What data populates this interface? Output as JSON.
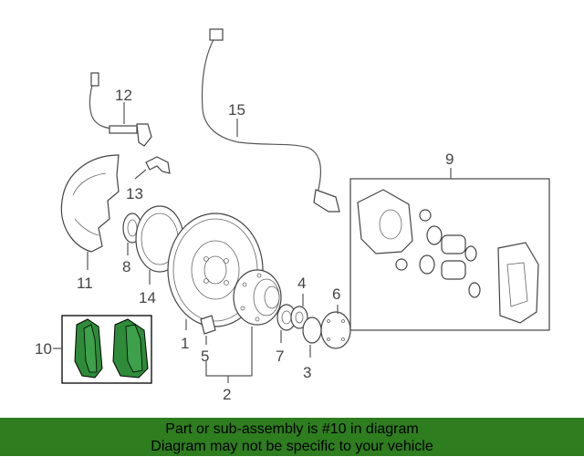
{
  "diagram": {
    "callouts": {
      "c1": "1",
      "c2": "2",
      "c3": "3",
      "c4": "4",
      "c5": "5",
      "c6": "6",
      "c7": "7",
      "c8": "8",
      "c9": "9",
      "c10": "10",
      "c11": "11",
      "c12": "12",
      "c13": "13",
      "c14": "14",
      "c15": "15"
    }
  },
  "banner": {
    "line1": "Part or sub-assembly is #10 in diagram",
    "line2": "Diagram may not be specific to your vehicle"
  },
  "colors": {
    "highlight": "#2e7d1f",
    "pad_fill": "#2e8b3a"
  }
}
